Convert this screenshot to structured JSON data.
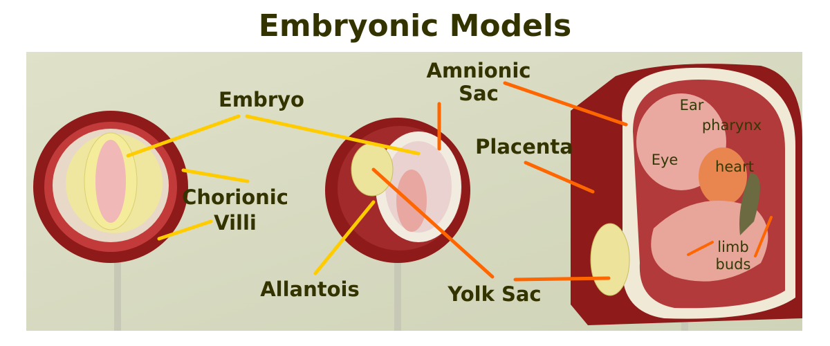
{
  "title": "Embryonic Models",
  "labels": {
    "embryo": "Embryo",
    "amnionic_1": "Amnionic",
    "amnionic_2": "Sac",
    "placenta": "Placenta",
    "chorionic_1": "Chorionic",
    "chorionic_2": "Villi",
    "allantois": "Allantois",
    "yolk_sac": "Yolk Sac",
    "ear": "Ear",
    "pharynx": "pharynx",
    "eye": "Eye",
    "heart": "heart",
    "limb_1": "limb",
    "limb_2": "buds"
  },
  "colors": {
    "text": "#333300",
    "yellow_line": "#ffcc00",
    "orange_line": "#ff6600",
    "background": "#d8dbc2"
  }
}
